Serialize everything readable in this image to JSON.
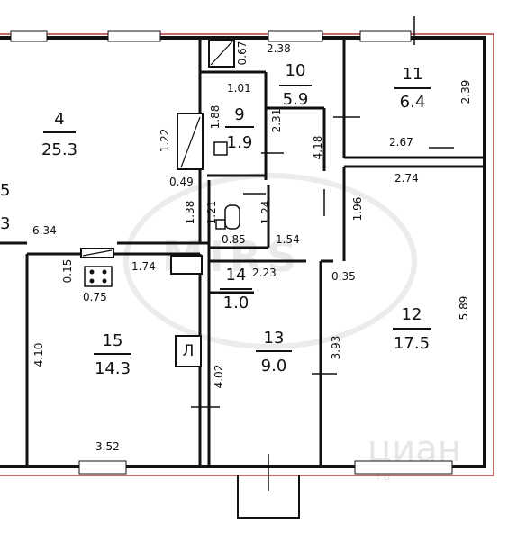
{
  "rooms": [
    {
      "number": "4",
      "area": "25.3"
    },
    {
      "number": "9",
      "area": "1.9"
    },
    {
      "number": "10",
      "area": "5.9"
    },
    {
      "number": "11",
      "area": "6.4"
    },
    {
      "number": "12",
      "area": "17.5"
    },
    {
      "number": "13",
      "area": "9.0"
    },
    {
      "number": "14",
      "area": "1.0"
    },
    {
      "number": "15",
      "area": "14.3"
    }
  ],
  "partial_labels": {
    "room_left_number": "5",
    "room_left_area": "3"
  },
  "dimensions": {
    "d_0_67": "0.67",
    "d_2_38": "2.38",
    "d_1_01": "1.01",
    "d_1_88": "1.88",
    "d_2_31": "2.31",
    "d_2_39": "2.39",
    "d_1_22": "1.22",
    "d_2_67": "2.67",
    "d_4_18": "4.18",
    "d_0_49": "0.49",
    "d_2_74": "2.74",
    "d_1_38": "1.38",
    "d_1_21": "1.21",
    "d_1_24": "1.24",
    "d_1_96": "1.96",
    "d_6_34": "6.34",
    "d_0_85": "0.85",
    "d_1_54": "1.54",
    "d_0_15": "0.15",
    "d_1_74": "1.74",
    "d_2_23": "2.23",
    "d_0_35": "0.35",
    "d_0_75": "0.75",
    "d_5_89": "5.89",
    "d_4_10": "4.10",
    "d_3_93": "3.93",
    "d_4_02": "4.02",
    "d_3_52": "3.52"
  },
  "elevator_label": "Л",
  "watermarks": {
    "main": "MIRS",
    "brand": "циан",
    "sub": "ru"
  },
  "colors": {
    "wall": "#111111",
    "outline": "#b03a3a"
  }
}
